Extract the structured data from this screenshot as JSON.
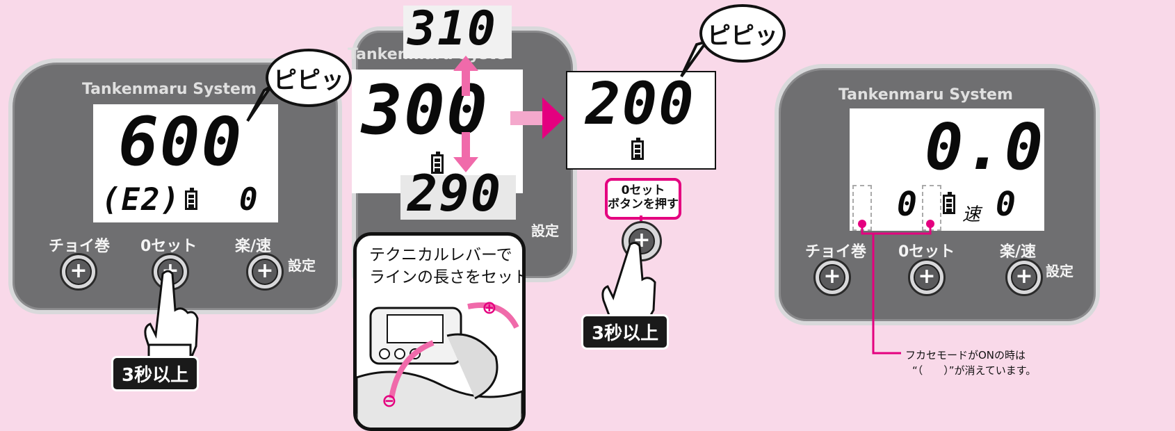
{
  "panel_brand": "Tankenmaru System",
  "buttons": {
    "choi": "チョイ巻",
    "zero": "0セット",
    "raku": "楽/速",
    "settei": "設定"
  },
  "bubbles": {
    "b1": "ピピッ",
    "b2": "ピピッ"
  },
  "hold_tag": "3秒以上",
  "displays": {
    "d1_main": "600",
    "d1_sub": "(E2)",
    "d1_right": "0",
    "d2_top": "310",
    "d2_main": "300",
    "d2_bottom": "290",
    "d3_main": "200",
    "d4_main": "0.0",
    "d4_left": "0",
    "d4_speed": "速",
    "d4_right": "0"
  },
  "callout": {
    "line1": "テクニカルレバーで",
    "line2": "ラインの長さをセット"
  },
  "lever_plus": "⊕",
  "lever_minus": "⊖",
  "pink_label": {
    "line1": "0セット",
    "line2": "ボタンを押す"
  },
  "note": {
    "line1": "フカセモードがONの時は",
    "line2": "“（　　）”が消えています。"
  },
  "colors": {
    "background": "#f9d9e9",
    "accent": "#e4007f",
    "panel": "#6f6f71"
  }
}
